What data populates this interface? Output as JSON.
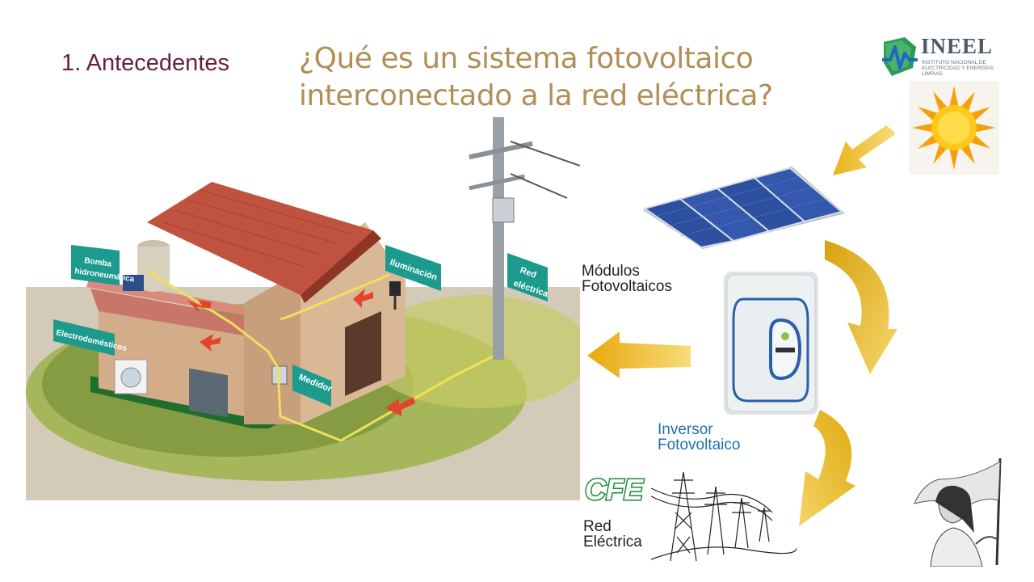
{
  "header": {
    "section": "1. Antecedentes",
    "question": "¿Qué es un sistema fotovoltaico interconectado a la red eléctrica?"
  },
  "logo": {
    "name": "INEEL",
    "subtitle": "INSTITUTO NACIONAL DE ELECTRICIDAD Y ENERGÍAS LIMPIAS"
  },
  "house_signs": {
    "bomba": [
      "Bomba",
      "hidroneumática"
    ],
    "iluminacion": "Iluminación",
    "red": [
      "Red",
      "eléctrica"
    ],
    "electro": "Electrodomésticos",
    "medidor": "Medidor"
  },
  "labels": {
    "modulos": [
      "Módulos",
      "Fotovoltaicos"
    ],
    "inversor": [
      "Inversor",
      "Fotovoltaico"
    ],
    "red": [
      "Red",
      "Eléctrica"
    ],
    "cfe": "CFE"
  },
  "colors": {
    "accent_title": "#6b1d3f",
    "question": "#b28e57",
    "sign": "#1c9a8e",
    "arrow": "#e9b21c"
  }
}
